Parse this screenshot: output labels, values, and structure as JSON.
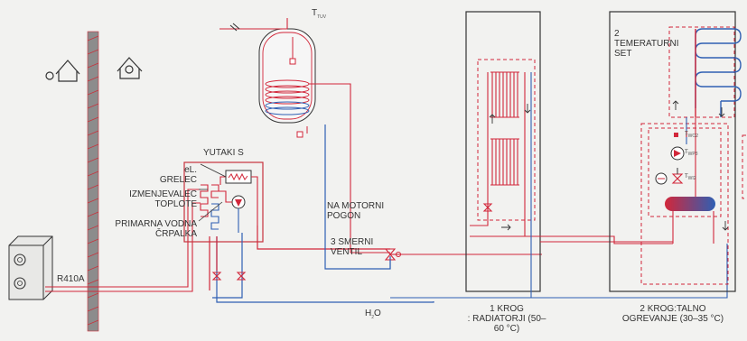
{
  "labels": {
    "t_tuv_main": "T",
    "t_tuv_sub": "TUV",
    "yutaki": "YUTAKI S",
    "el_line1": "eL.",
    "el_line2": "GRELEC",
    "hx_line1": "IZMENJEVALEC",
    "hx_line2": "TOPLOTE",
    "pump_line1": "PRIMARNA VODNA",
    "pump_line2": "ČRPALKA",
    "motor_line1": "NA MOTORNI",
    "motor_line2": "POGON",
    "valve_line1": "3  SMERNI",
    "valve_line2": "VENTIL",
    "refrigerant": "R410A",
    "water_main": "H",
    "water_sub": "2",
    "water_end": "O",
    "circuit1_line1": "1 KROG",
    "circuit1_line2": ": RADIATORJI (50–",
    "circuit1_line3": "60 °C)",
    "circuit2_line1": "2 KROG:TALNO",
    "circuit2_line2": "OGREVANJE (30–35 °C)",
    "set_line1": "2",
    "set_line2": "TEMERATURNI",
    "set_line3": "SET",
    "sensor_a": "T",
    "sensor_a_sub": "WO2",
    "sensor_b": "T",
    "sensor_b_sub": "WP3",
    "sensor_c": "T",
    "sensor_c_sub": "WI2"
  },
  "colors": {
    "hot": "#d2273a",
    "cold": "#2f5fb3",
    "dashed": "#d2273a",
    "outline": "#333333",
    "wall": "#8a8a8a",
    "wall_border": "#c8323c"
  },
  "icons": [
    "house-icon",
    "outdoor-unit-icon",
    "pump-icon",
    "heater-icon",
    "valve-icon",
    "mixing-valve-icon",
    "tank-icon"
  ]
}
